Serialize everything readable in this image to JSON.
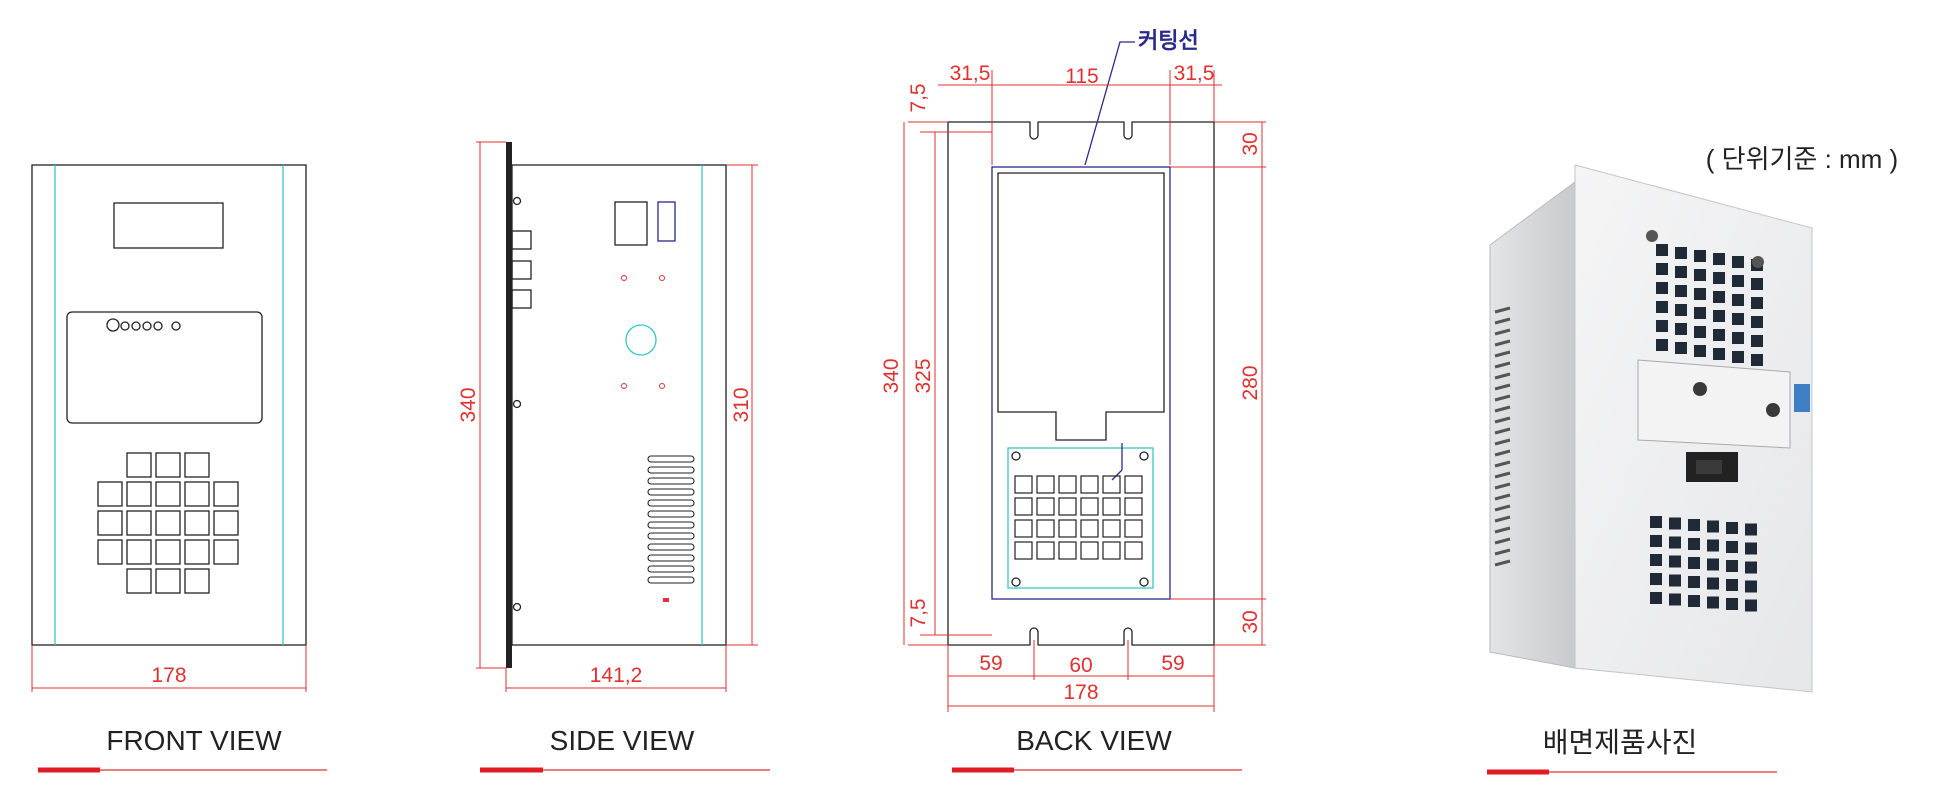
{
  "unit_note": "( 단위기준 : mm )",
  "colors": {
    "dimension": "#e03030",
    "cutting_line": "#2a2a8a",
    "edge": "#35c8c8",
    "underline_accent": "#e01b24"
  },
  "front_view": {
    "title": "FRONT VIEW",
    "width": "178"
  },
  "side_view": {
    "title": "SIDE VIEW",
    "height": "340",
    "body_height": "310",
    "depth": "141,2"
  },
  "back_view": {
    "title": "BACK VIEW",
    "cutting_line_label": "커팅선",
    "top_left": "31,5",
    "top_center": "115",
    "top_right": "31,5",
    "top_offset": "7,5",
    "bottom_offset": "7,5",
    "height": "340",
    "inner_height": "325",
    "right_top": "30",
    "right_middle": "280",
    "right_bottom": "30",
    "bottom_left": "59",
    "bottom_center": "60",
    "bottom_right": "59",
    "width": "178"
  },
  "photo": {
    "title": "배면제품사진"
  }
}
